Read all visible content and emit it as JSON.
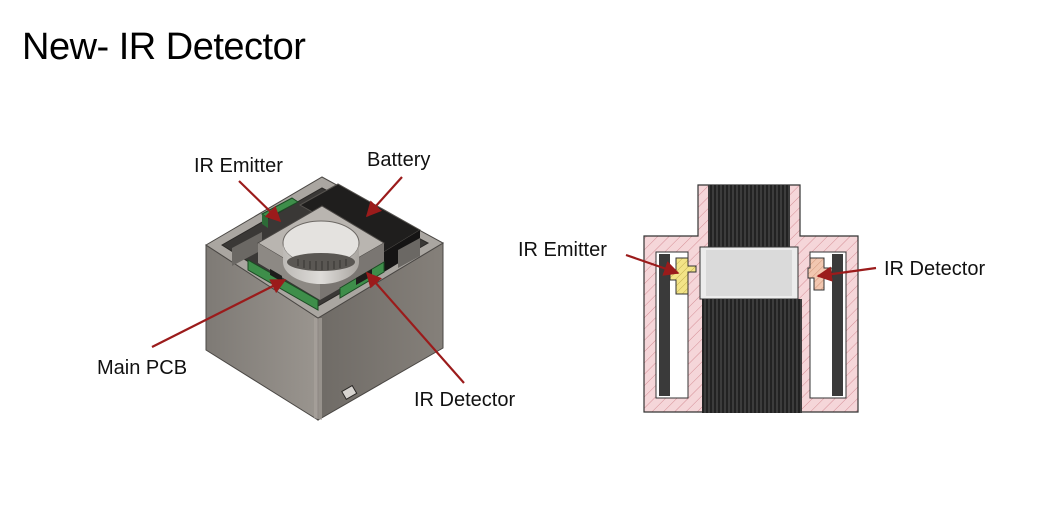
{
  "slide": {
    "title": "New- IR Detector"
  },
  "left_figure": {
    "labels": {
      "ir_emitter": "IR Emitter",
      "battery": "Battery",
      "main_pcb": "Main PCB",
      "ir_detector": "IR Detector"
    }
  },
  "right_figure": {
    "labels": {
      "ir_emitter": "IR Emitter",
      "ir_detector": "IR Detector"
    }
  },
  "colors": {
    "arrow": "#9b1b1b",
    "housing": "#8f8a84",
    "pcb": "#3e8e4a",
    "section_fill": "#f5d6d9",
    "emitter_part": "#f3e487",
    "detector_part": "#f2c7b0"
  }
}
